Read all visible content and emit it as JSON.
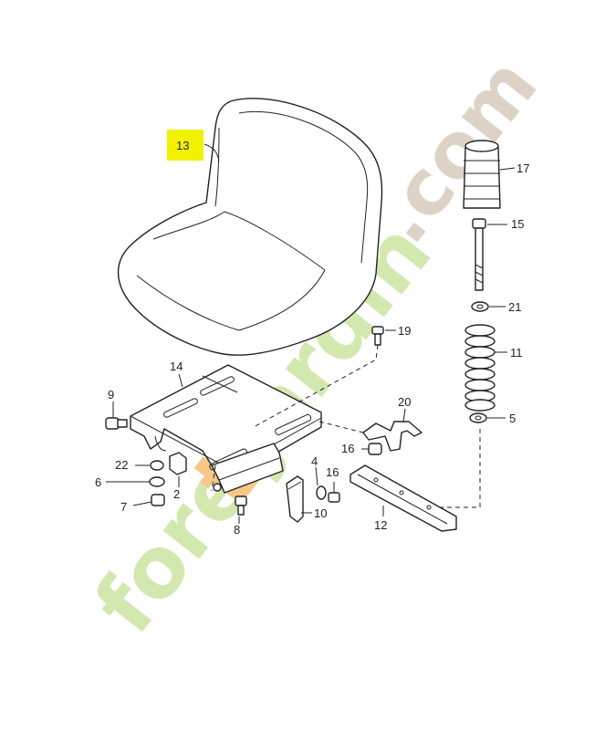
{
  "highlight_color": "#f2f200",
  "watermark": {
    "text_a": "fore",
    "text_b": "t",
    "text_c": "jardin",
    "text_d": ".com",
    "color_green": "#cfe6a6",
    "color_orange": "#f4c27a",
    "color_tan": "#d9cdbf"
  },
  "callouts": {
    "c13": "13",
    "c17": "17",
    "c15": "15",
    "c21": "21",
    "c19": "19",
    "c11": "11",
    "c14": "14",
    "c9": "9",
    "c20": "20",
    "c5": "5",
    "c16a": "16",
    "c22": "22",
    "c4": "4",
    "c16b": "16",
    "c6": "6",
    "c2": "2",
    "c7": "7",
    "c8": "8",
    "c10": "10",
    "c12": "12"
  }
}
